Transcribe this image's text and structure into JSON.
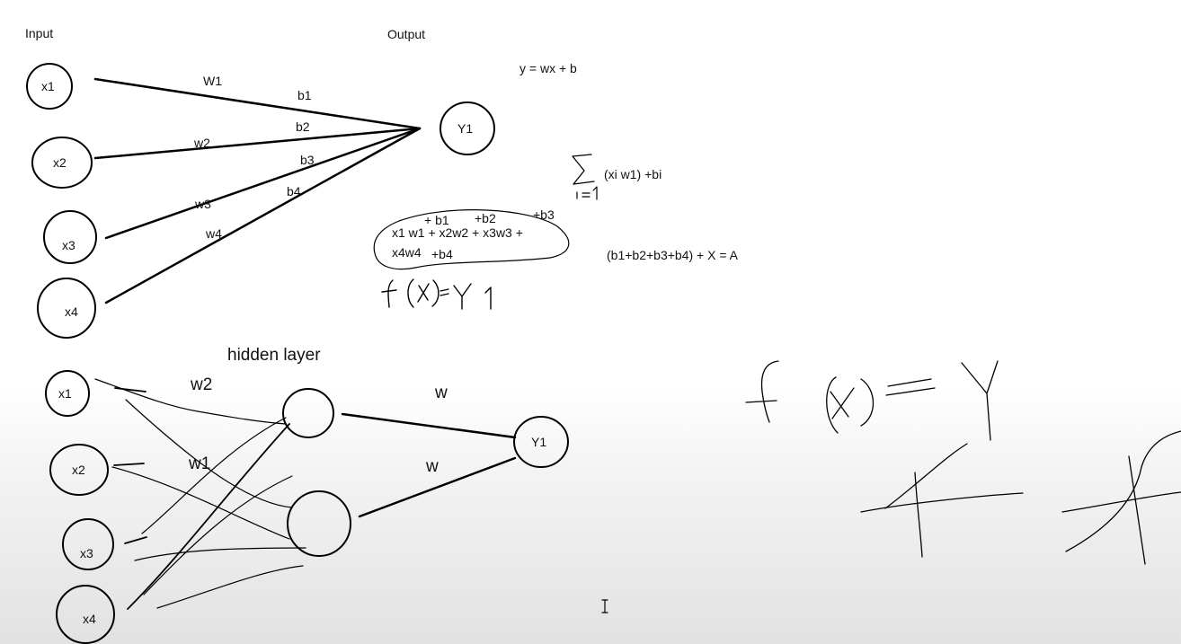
{
  "top": {
    "input_label": "Input",
    "output_label": "Output",
    "inputs": [
      "x1",
      "x2",
      "x3",
      "x4"
    ],
    "output": "Y1",
    "weights": [
      "W1",
      "w2",
      "w3",
      "w4"
    ],
    "biases": [
      "b1",
      "b2",
      "b3",
      "b4"
    ]
  },
  "equations": {
    "linear": "y = wx + b",
    "sum": "(xi w1) +bi",
    "bias_sum": "(b1+b2+b3+b4) + X  = A",
    "bubble_line1": "x1 w1 + x2w2 + x3w3 +",
    "bubble_line2": "x4w4",
    "bubble_b1": "+ b1",
    "bubble_b2": "+b2",
    "bubble_b3": "+b3",
    "bubble_b4": "+b4"
  },
  "hidden": {
    "title": "hidden layer",
    "inputs": [
      "x1",
      "x2",
      "x3",
      "x4"
    ],
    "output": "Y1",
    "w_upper": "w2",
    "w_lower": "w1",
    "w_out_upper": "w",
    "w_out_lower": "w"
  }
}
